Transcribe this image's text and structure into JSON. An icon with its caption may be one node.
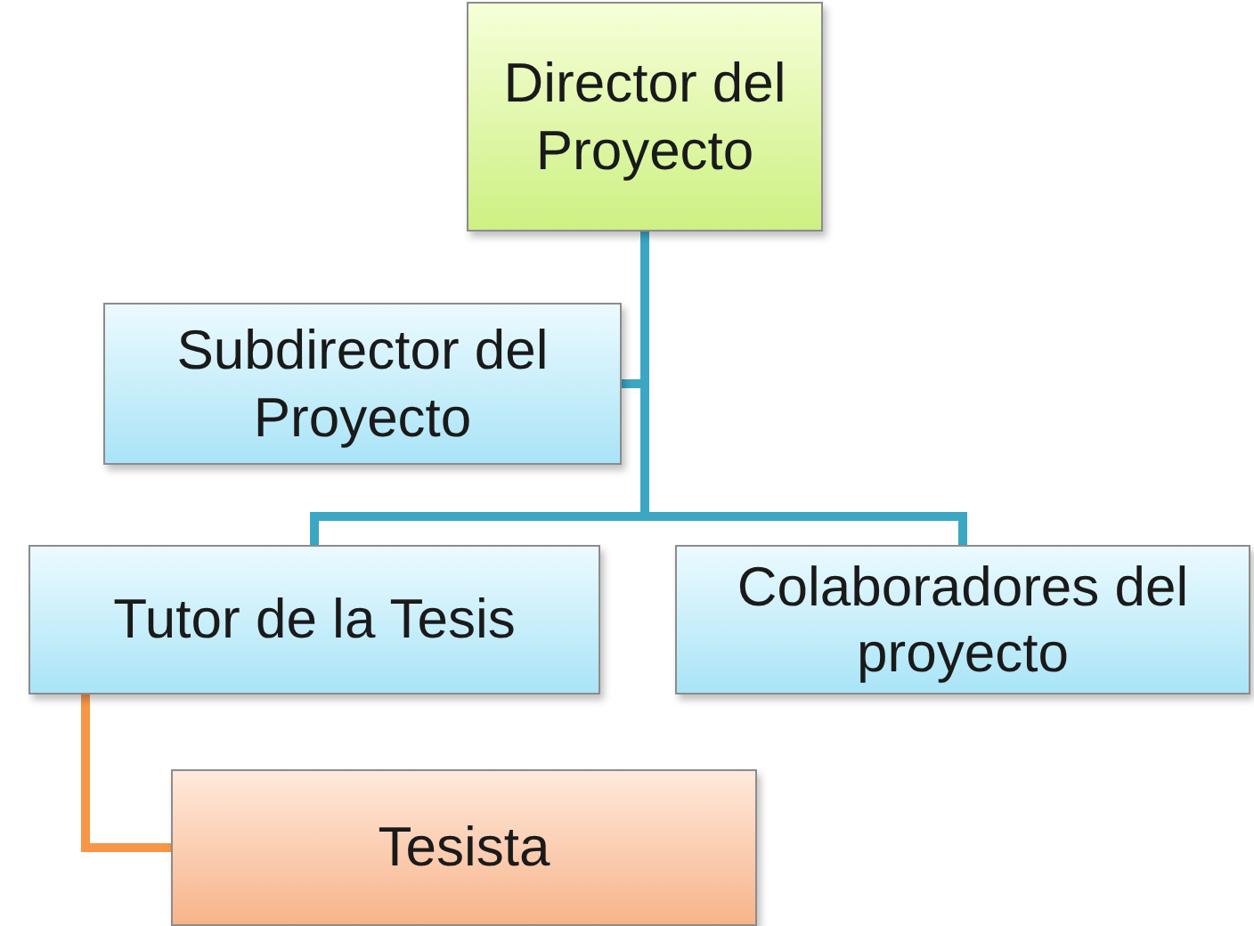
{
  "diagram": {
    "nodes": [
      {
        "text": [
          "Director del Proyecto"
        ]
      },
      {
        "text": [
          "Subdirector del Proyecto"
        ]
      },
      {
        "text": [
          "Tutor de la Tesis"
        ]
      },
      {
        "text": [
          "Colaboradores del proyecto"
        ]
      },
      {
        "text": [
          "Tesista"
        ]
      }
    ],
    "edges": [
      {
        "from": 0,
        "to": 1,
        "arrow": "none"
      },
      {
        "from": 0,
        "to": 2,
        "arrow": "none"
      },
      {
        "from": 0,
        "to": 3,
        "arrow": "none"
      },
      {
        "from": 2,
        "to": 4,
        "arrow": "none",
        "color": "#f79646"
      }
    ]
  }
}
